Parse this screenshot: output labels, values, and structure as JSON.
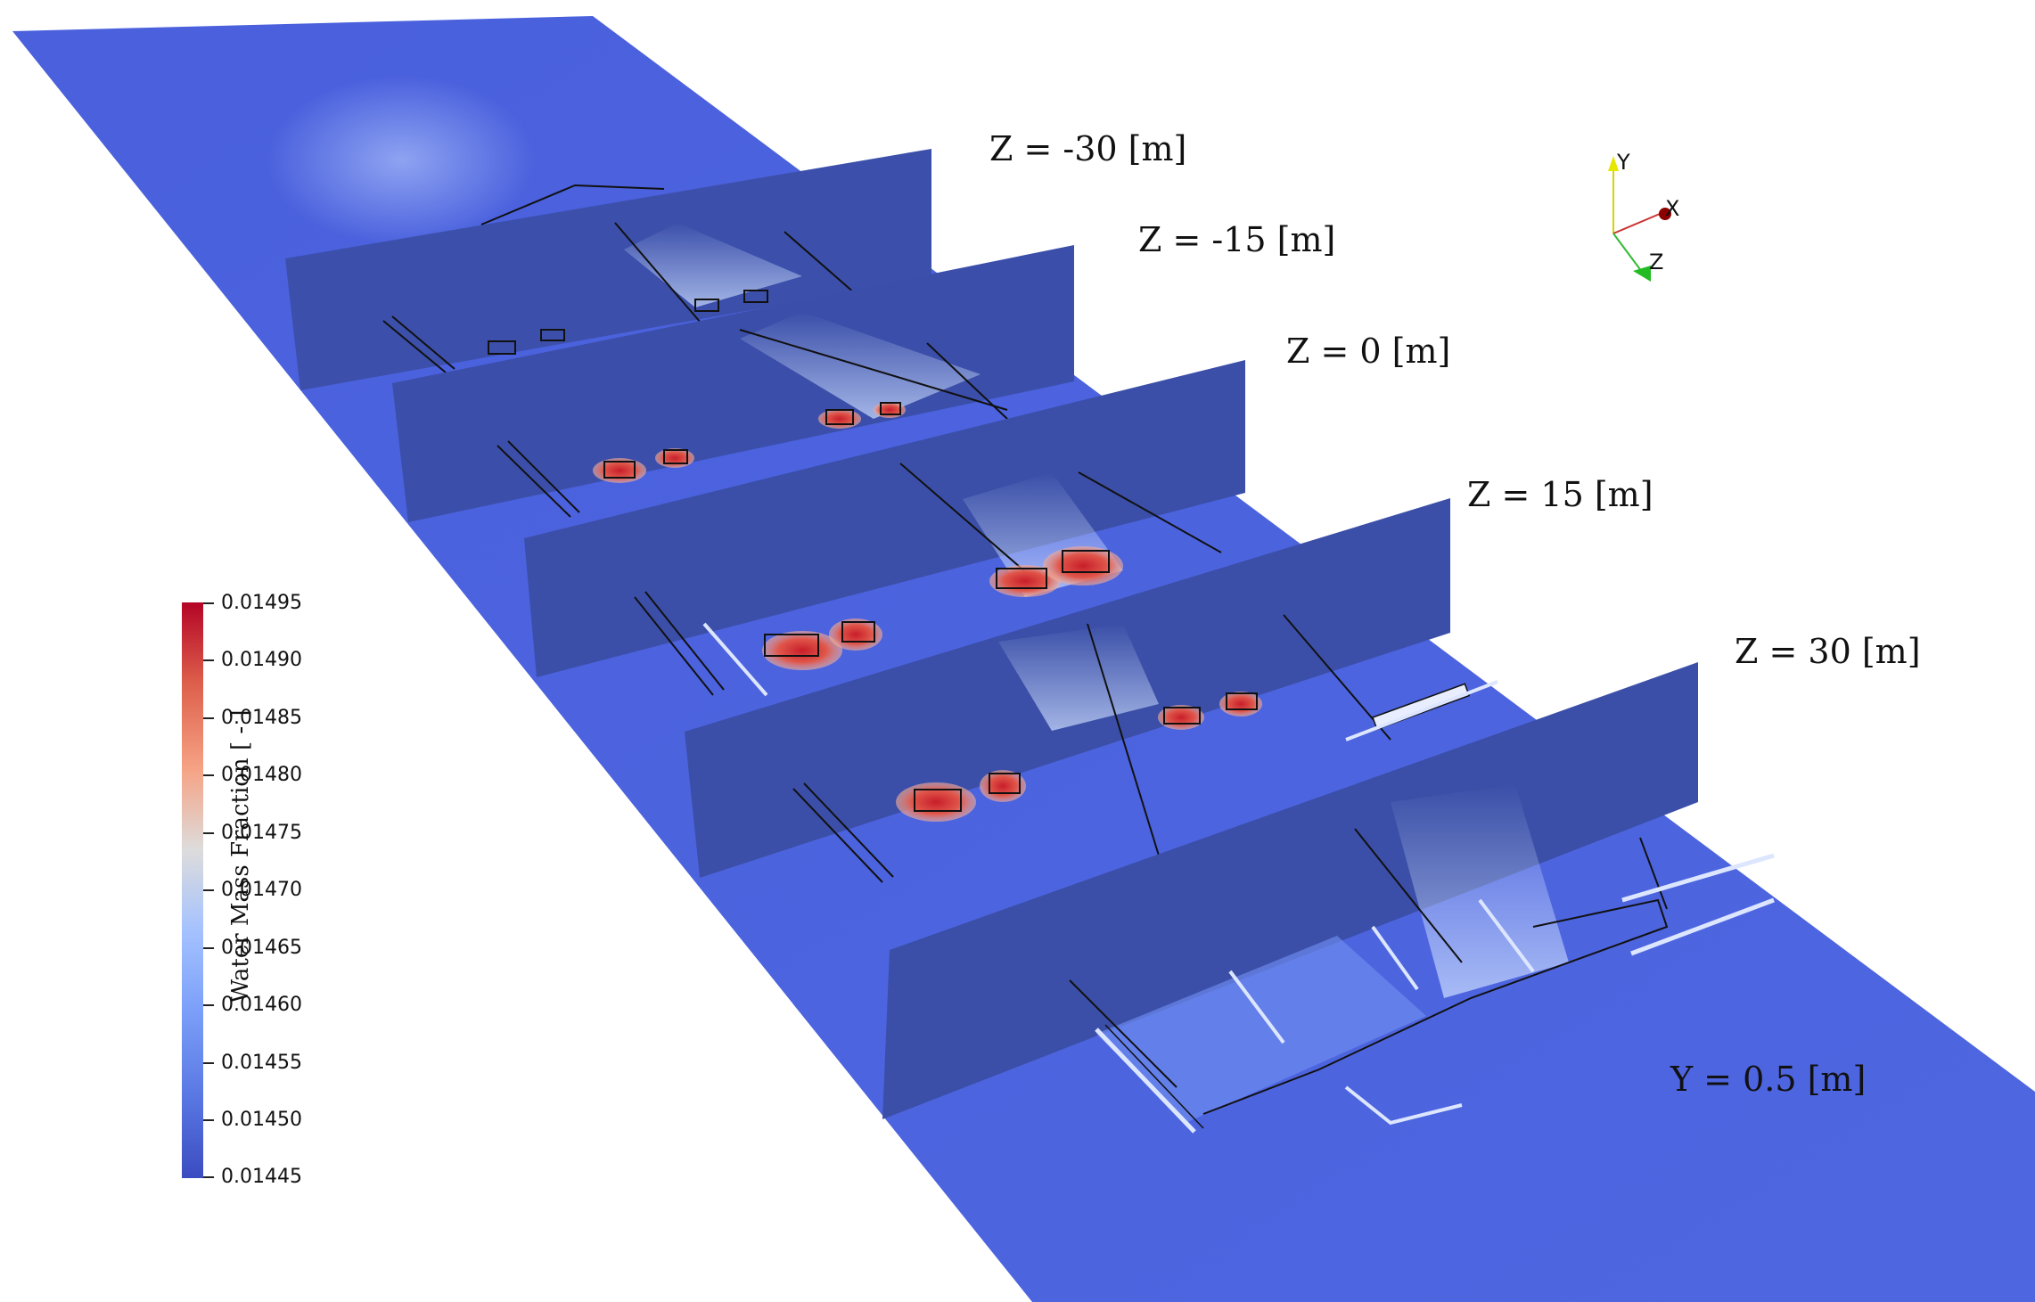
{
  "slice_labels": [
    {
      "text": "Z = -30 [m]"
    },
    {
      "text": "Z = -15 [m]"
    },
    {
      "text": "Z = 0 [m]"
    },
    {
      "text": "Z = 15 [m]"
    },
    {
      "text": "Z = 30 [m]"
    }
  ],
  "ground_label": "Y = 0.5 [m]",
  "colorbar": {
    "title": "Water Mass Fraction [ - ]",
    "ticks": [
      "0.01495",
      "0.01490",
      "0.01485",
      "0.01480",
      "0.01475",
      "0.01470",
      "0.01465",
      "0.01460",
      "0.01455",
      "0.01450",
      "0.01445"
    ],
    "colors": [
      "#b40426",
      "#dd5f4b",
      "#f6a385",
      "#dddcdc",
      "#a5c2fe",
      "#7b9ff9",
      "#5977e3",
      "#3b4cc0"
    ]
  },
  "axes": {
    "x": "X",
    "y": "Y",
    "z": "Z",
    "x_color": "#8b0000",
    "y_color": "#e6e600",
    "z_color": "#22bb22"
  },
  "colors": {
    "ground": "#4f66de",
    "slice": "#3b4fa8",
    "hot": "#c81e2a",
    "light": "#a8c2fb"
  }
}
